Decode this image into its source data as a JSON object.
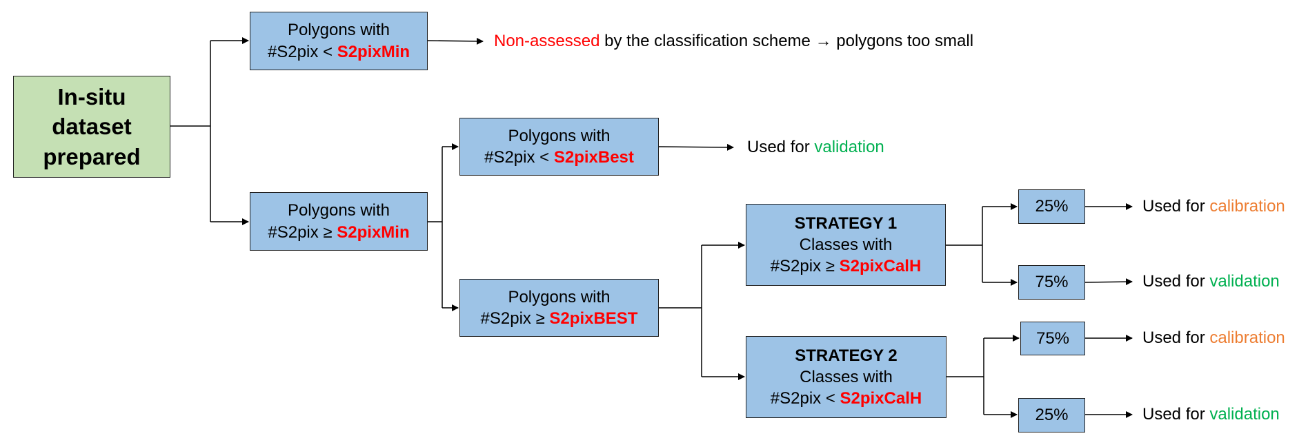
{
  "root": {
    "lines": [
      "In-situ",
      "dataset",
      "prepared"
    ]
  },
  "small": {
    "line1": "Polygons with",
    "prefix": "#S2pix <",
    "threshold": "S2pixMin"
  },
  "large": {
    "line1": "Polygons with",
    "prefix": "#S2pix ≥",
    "threshold": "S2pixMin"
  },
  "best_small": {
    "line1": "Polygons with",
    "prefix": "#S2pix <",
    "threshold": "S2pixBest"
  },
  "best_large": {
    "line1": "Polygons with",
    "prefix": "#S2pix ≥",
    "threshold": "S2pixBEST"
  },
  "strategy1": {
    "title": "STRATEGY 1",
    "line2": "Classes with",
    "prefix": "#S2pix ≥",
    "threshold": "S2pixCalH"
  },
  "strategy2": {
    "title": "STRATEGY 2",
    "line2": "Classes with",
    "prefix": "#S2pix <",
    "threshold": "S2pixCalH"
  },
  "split": {
    "s1_calibration": "25%",
    "s1_validation": "75%",
    "s2_calibration": "75%",
    "s2_validation": "25%"
  },
  "outcomes": {
    "non_assessed_highlight": "Non-assessed",
    "non_assessed_text": "by the classification scheme",
    "arrow_symbol": "→",
    "non_assessed_tail": "polygons too small",
    "used_for": "Used for",
    "validation": "validation",
    "calibration": "calibration"
  },
  "colors": {
    "box_blue": "#9dc3e6",
    "box_green": "#c5e0b4",
    "threshold_red": "#ff0000",
    "validation_green": "#00b050",
    "calibration_orange": "#ed7d31"
  }
}
